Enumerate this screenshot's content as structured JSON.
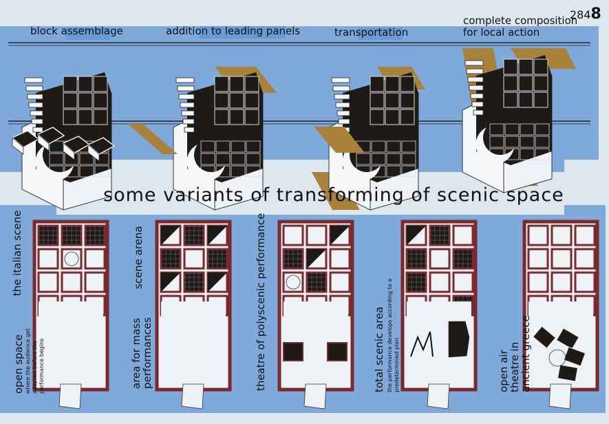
{
  "plate": {
    "number": "284",
    "suffix": "8"
  },
  "top_labels": [
    "block assemblage",
    "addition to leading panels",
    "transportation",
    "complete composition\nfor local action"
  ],
  "main_title": "some variants of transforming of scenic space",
  "variants": [
    {
      "title": "the italian scene",
      "label_main": "open space",
      "label_note": "where the audience get adapted before the performance begins"
    },
    {
      "title": "scene arena",
      "label_main": "area for mass performances",
      "label_note": ""
    },
    {
      "title": "theatre of polyscenic performance",
      "label_main": "",
      "label_note": ""
    },
    {
      "title": "",
      "label_main": "total scenic area",
      "label_note": "the performance develops according to a predetermined plan"
    },
    {
      "title": "",
      "label_main": "open air theatre in ancient greece",
      "label_note": ""
    }
  ],
  "colors": {
    "paper": "#dfe7ee",
    "sky": "#7fa8db",
    "maroon": "#7a2a2c",
    "gold": "#a8823a",
    "dark": "#1e1a18",
    "panel": "#e8eef4"
  }
}
